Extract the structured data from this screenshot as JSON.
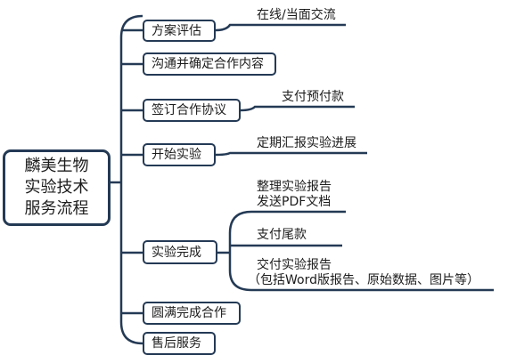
{
  "root": {
    "lines": [
      "麟美生物",
      "实验技术",
      "服务流程"
    ]
  },
  "branches": [
    {
      "label": "方案评估",
      "children": [
        "在线/当面交流"
      ]
    },
    {
      "label": "沟通并确定合作内容",
      "children": []
    },
    {
      "label": "签订合作协议",
      "children": [
        "支付预付款"
      ]
    },
    {
      "label": "开始实验",
      "children": [
        "定期汇报实验进展"
      ]
    },
    {
      "label": "实验完成",
      "children": [
        {
          "lines": [
            "整理实验报告",
            "发送PDF文档"
          ]
        },
        "支付尾款",
        {
          "lines": [
            "交付实验报告",
            "（包括Word版报告、原始数据、图片等）"
          ]
        }
      ]
    },
    {
      "label": "圆满完成合作",
      "children": []
    },
    {
      "label": "售后服务",
      "children": []
    }
  ],
  "colors": {
    "line": "#243a55",
    "text": "#1c1c1c",
    "background": "#ffffff"
  }
}
